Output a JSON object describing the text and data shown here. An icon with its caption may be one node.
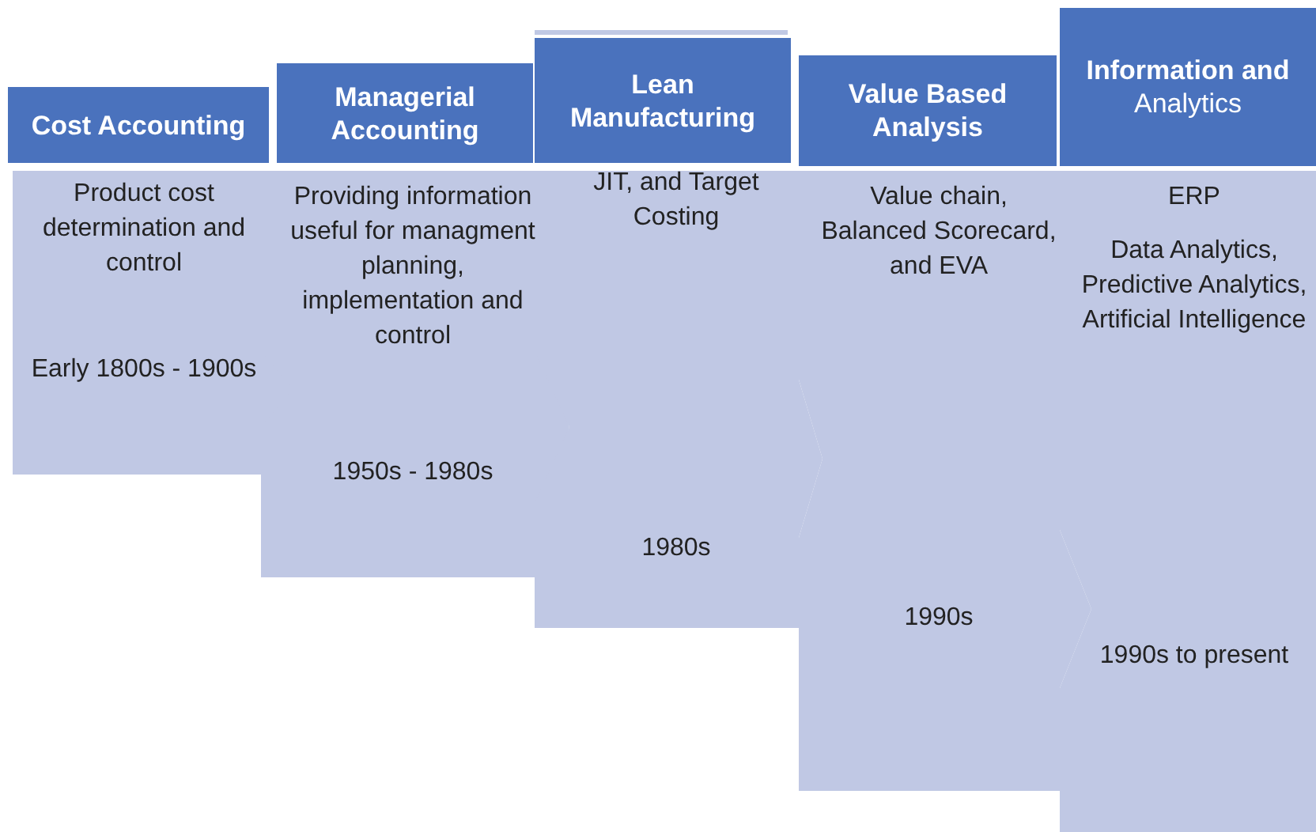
{
  "diagram": {
    "nodes": [
      {
        "text": [
          "Cost Accounting"
        ]
      },
      {
        "text": [
          "Product cost determination and control",
          "Early 1800s - 1900s"
        ]
      },
      {
        "text": [
          "Managerial Accounting"
        ]
      },
      {
        "text": [
          "Providing information useful for managment planning, implementation and control",
          "1950s - 1980s"
        ]
      },
      {
        "text": [
          "Lean Manufacturing"
        ]
      },
      {
        "text": [
          "JIT, and Target Costing",
          "1980s"
        ]
      },
      {
        "text": [
          "Value Based Analysis"
        ]
      },
      {
        "text": [
          "Value chain, Balanced Scorecard, and EVA",
          "1990s"
        ]
      },
      {
        "text": [
          "**Information and** Analytics"
        ]
      },
      {
        "text": [
          "ERP",
          "Data Analytics, Predictive Analytics, Artificial Intelligence",
          "1990s to present"
        ]
      }
    ]
  }
}
